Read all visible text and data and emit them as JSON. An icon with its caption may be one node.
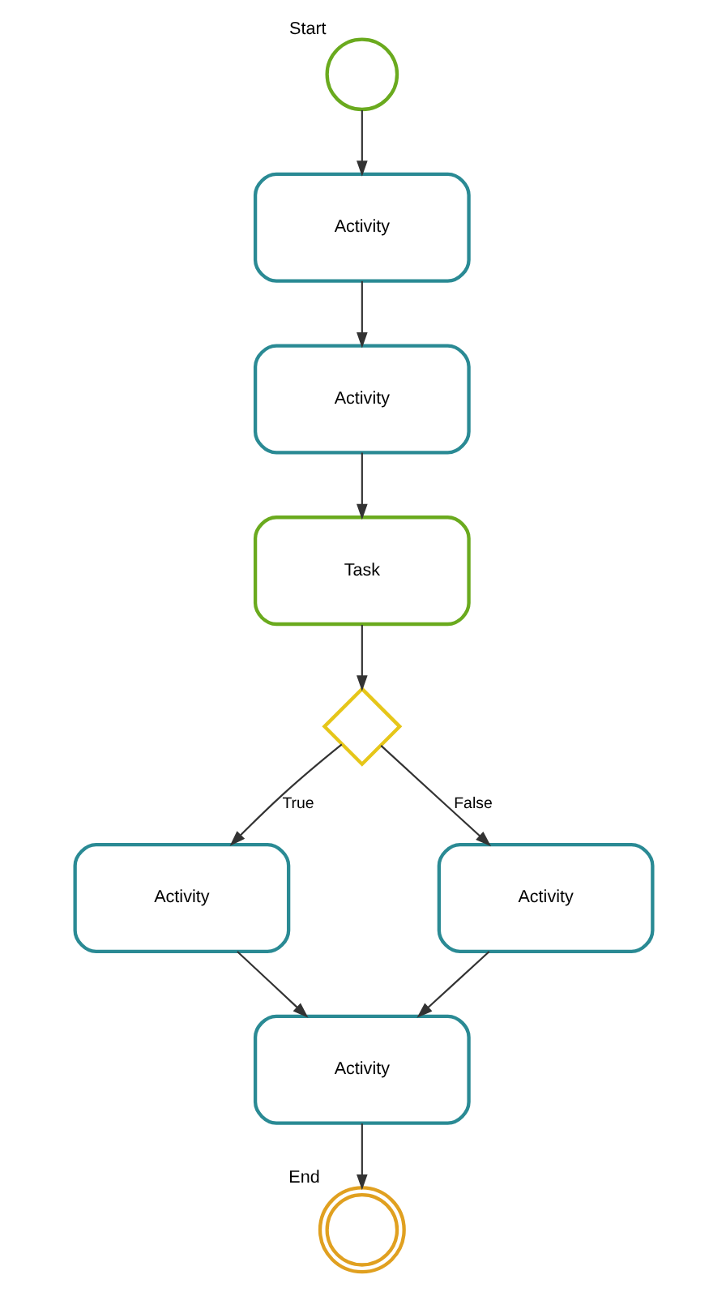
{
  "diagram": {
    "nodes": [
      {
        "text": [
          "Start"
        ]
      },
      {
        "text": [
          "Activity"
        ]
      },
      {
        "text": [
          "Activity"
        ]
      },
      {
        "text": [
          "Task"
        ]
      },
      {
        "text": [],
        "shape": "diamond"
      },
      {
        "text": [
          "Activity"
        ]
      },
      {
        "text": [
          "Activity"
        ]
      },
      {
        "text": [
          "Activity"
        ]
      },
      {
        "text": [
          "End"
        ]
      }
    ],
    "edges": [
      {
        "from": 0,
        "to": 1,
        "arrow": "to"
      },
      {
        "from": 1,
        "to": 2,
        "arrow": "to"
      },
      {
        "from": 2,
        "to": 3,
        "arrow": "to"
      },
      {
        "from": 3,
        "to": 4,
        "arrow": "to"
      },
      {
        "from": 4,
        "to": 5,
        "arrow": "to",
        "label": "True"
      },
      {
        "from": 4,
        "to": 6,
        "arrow": "to",
        "label": "False"
      },
      {
        "from": 5,
        "to": 7,
        "arrow": "to"
      },
      {
        "from": 6,
        "to": 7,
        "arrow": "to"
      },
      {
        "from": 7,
        "to": 8,
        "arrow": "to"
      }
    ]
  }
}
